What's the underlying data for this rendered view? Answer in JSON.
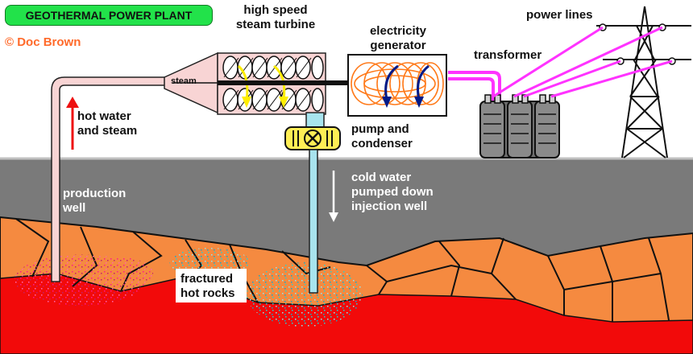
{
  "title": "GEOTHERMAL POWER PLANT",
  "credit": "© Doc Brown",
  "labels": {
    "steam_turbine": [
      "high speed",
      "steam turbine"
    ],
    "generator": [
      "electricity",
      "generator"
    ],
    "power_lines": "power lines",
    "transformer": "transformer",
    "steam": "steam",
    "hot_water": [
      "hot water",
      "and steam"
    ],
    "pump": [
      "pump and",
      "condenser"
    ],
    "production_well": [
      "production",
      "well"
    ],
    "cold_water": [
      "cold water",
      "pumped down",
      "injection well"
    ],
    "fractured_rocks": [
      "fractured",
      "hot rocks"
    ]
  },
  "colors": {
    "sky": "#ffffff",
    "ground_grey": "#7a7a7a",
    "rock_orange": "#f58a40",
    "magma_red": "#f20a0a",
    "title_green": "#22e24a",
    "pipe_pink": "#f8d4d4",
    "pipe_cyan": "#a8e4ee",
    "power_line_magenta": "#ff33ff",
    "arrow_red": "#ee1111",
    "arrow_yellow": "#ffee00",
    "arrow_navy": "#001a88",
    "pump_yellow": "#ffee55",
    "hot_spray": "#ff1a8c",
    "cold_spray": "#22d4d4"
  }
}
